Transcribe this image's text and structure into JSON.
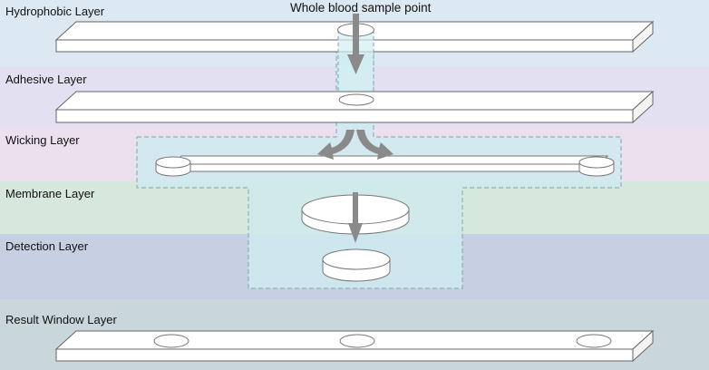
{
  "diagram": {
    "title": "Whole blood sample point",
    "layers": [
      {
        "name": "Hydrophobic Layer",
        "color": "#dce9f3"
      },
      {
        "name": "Adhesive Layer",
        "color": "#e3e0f2"
      },
      {
        "name": "Wicking Layer",
        "color": "#ece0ef"
      },
      {
        "name": "Membrane Layer",
        "color": "#d6e7dd"
      },
      {
        "name": "Detection Layer",
        "color": "#c7cfe3"
      },
      {
        "name": "Result Window Layer",
        "color": "#c9d6dc"
      }
    ],
    "flow_region_color": "#cfeaee",
    "arrow_color": "#8a8a8a"
  }
}
